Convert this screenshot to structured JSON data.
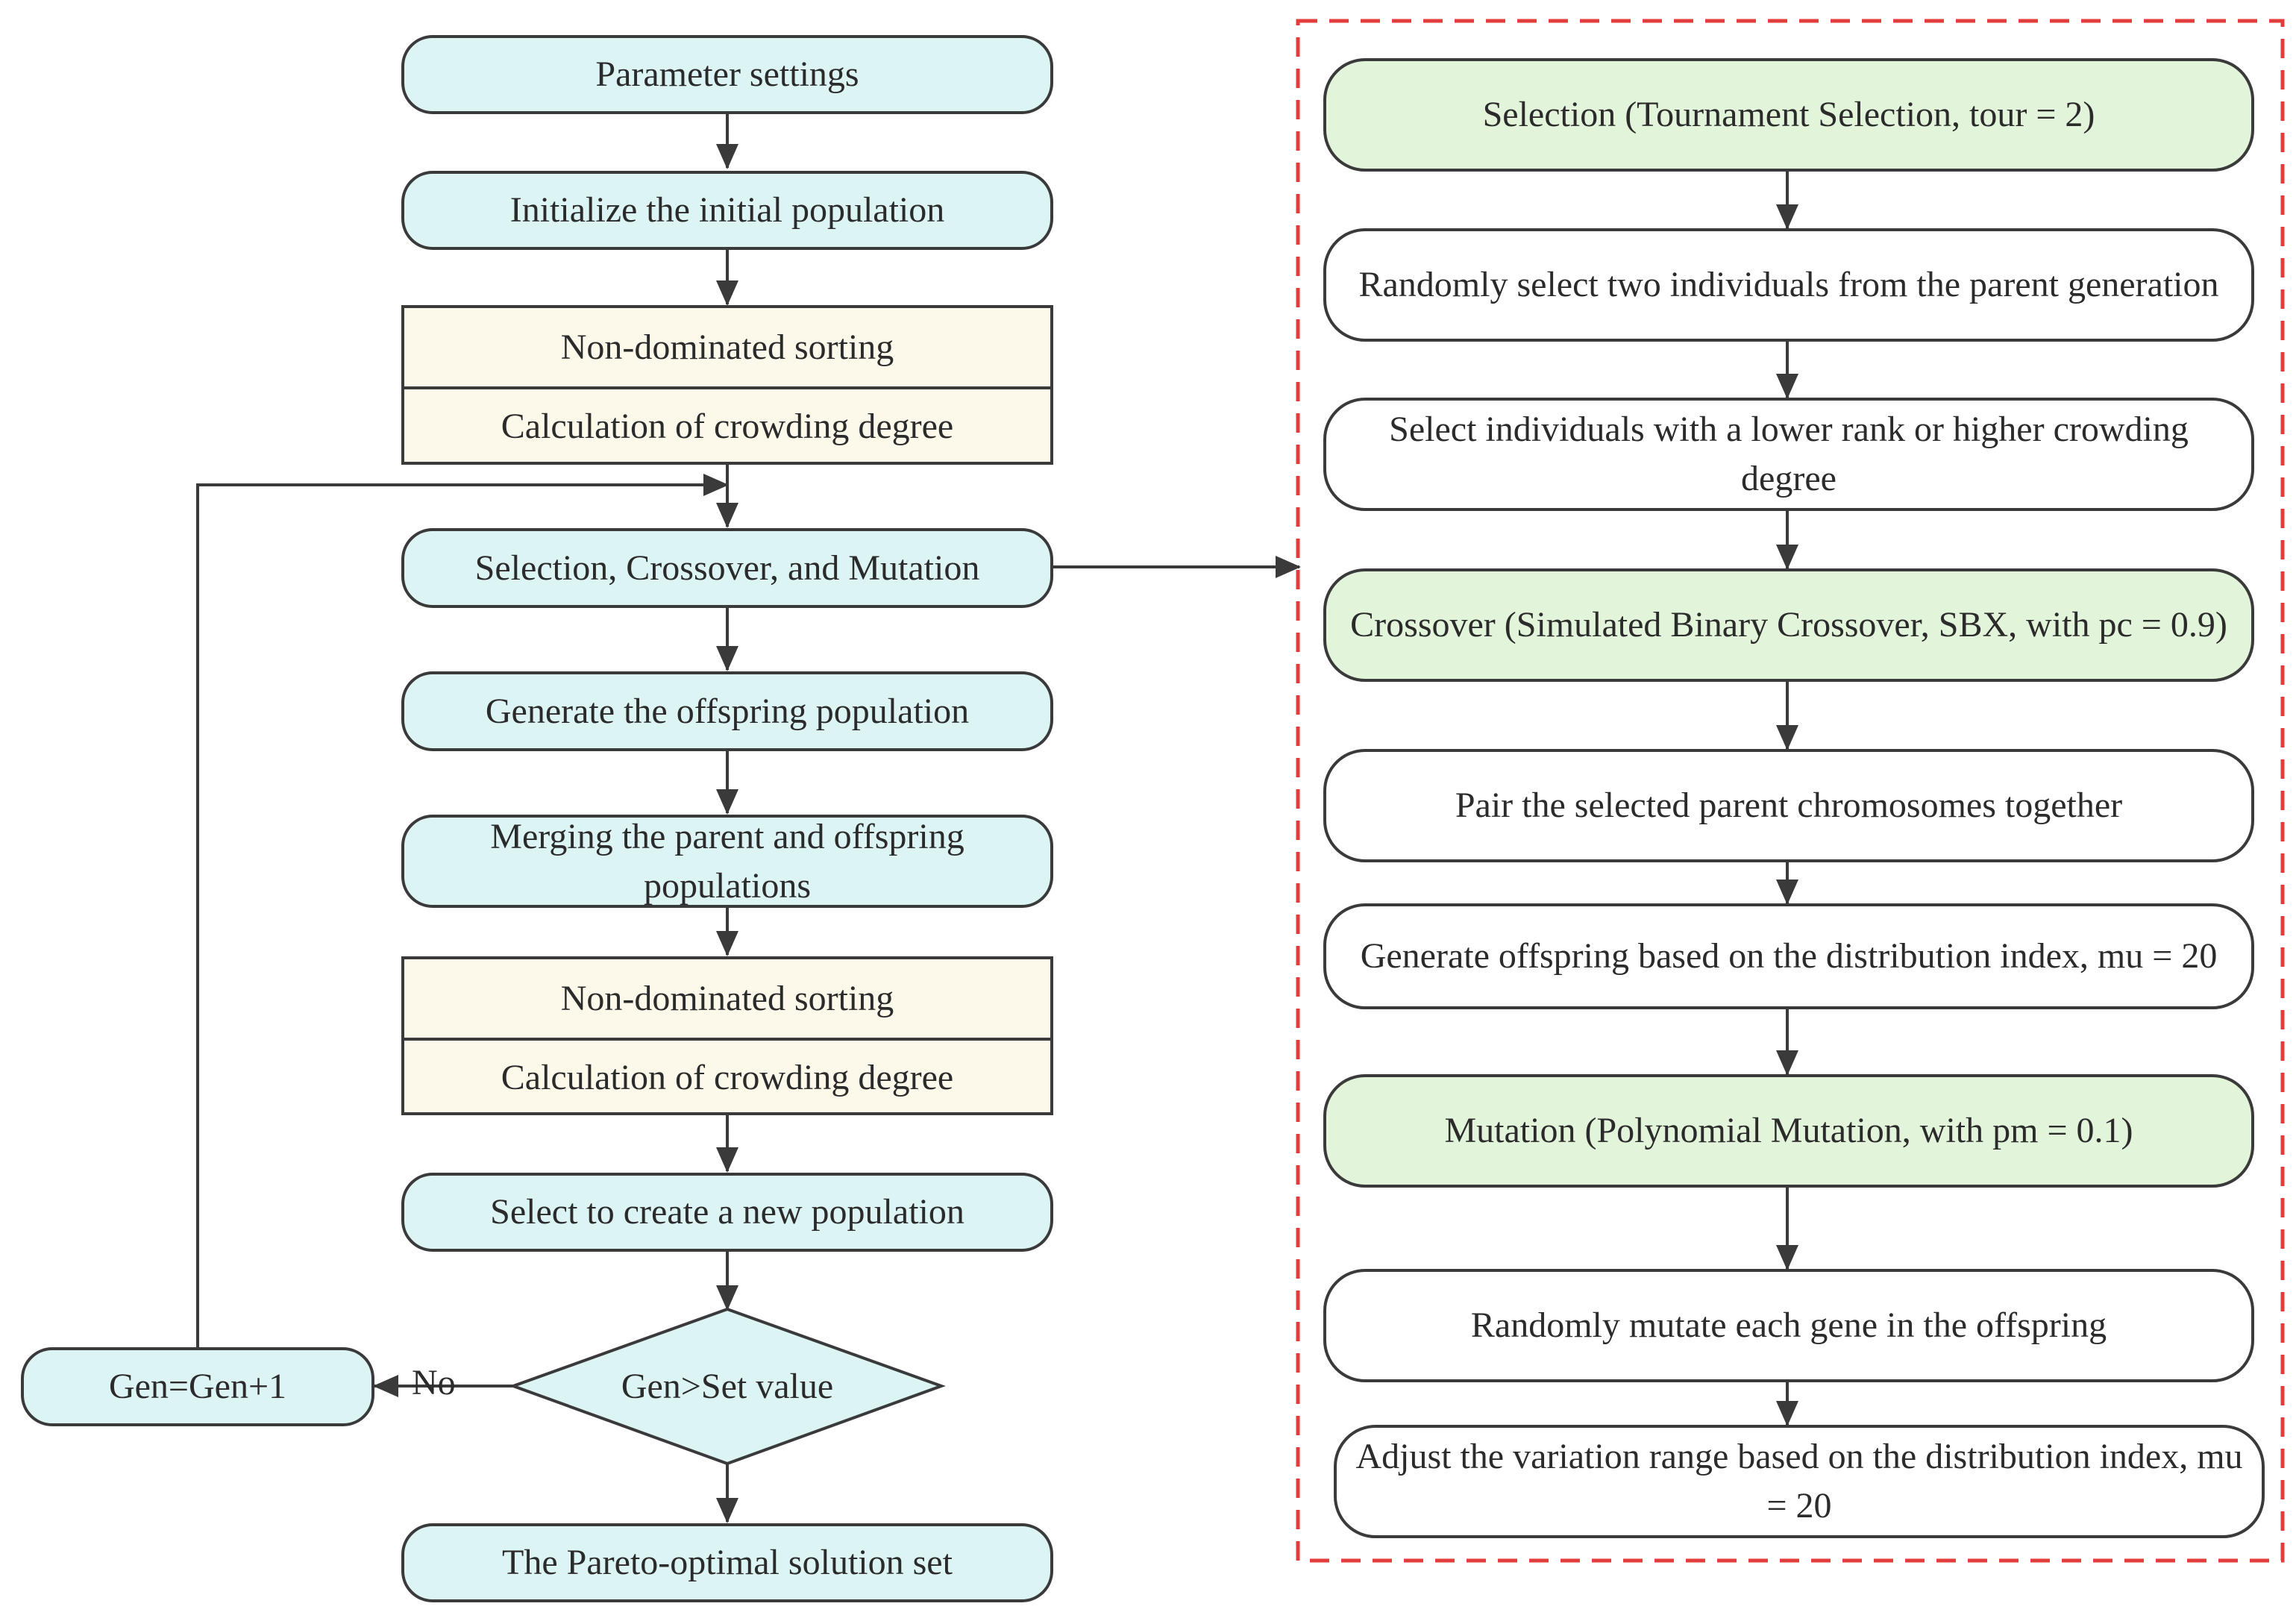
{
  "left_flow": {
    "parameter_settings": "Parameter settings",
    "initialize_population": "Initialize the initial population",
    "group1": {
      "top": "Non-dominated sorting",
      "bottom": "Calculation of crowding degree"
    },
    "selection_crossover_mutation": "Selection, Crossover, and Mutation",
    "generate_offspring": "Generate the offspring population",
    "merging": "Merging the parent and offspring populations",
    "group2": {
      "top": "Non-dominated sorting",
      "bottom": "Calculation of crowding degree"
    },
    "select_new_population": "Select to create a new population",
    "decision": "Gen>Set value",
    "no_label": "No",
    "increment": "Gen=Gen+1",
    "pareto_set": "The Pareto-optimal solution set"
  },
  "right_detail": {
    "selection": "Selection (Tournament Selection, tour = 2)",
    "random_select": "Randomly select two individuals from the parent generation",
    "lower_rank": "Select individuals with a lower rank or higher crowding degree",
    "crossover": "Crossover (Simulated Binary Crossover, SBX, with pc = 0.9)",
    "pair_parents": "Pair the selected parent chromosomes together",
    "generate_offspring_mu": "Generate offspring based on the distribution index, mu = 20",
    "mutation": "Mutation (Polynomial Mutation, with pm = 0.1)",
    "random_mutate": "Randomly mutate each gene in the offspring",
    "adjust_range": "Adjust the variation range based on the distribution index, mu = 20"
  },
  "colors": {
    "process_fill": "#dcf4f4",
    "operator_fill": "#e2f4da",
    "sorting_fill": "#fcf8ea",
    "step_fill": "#ffffff",
    "stroke": "#3a3a3a",
    "detail_border": "#e23c3c"
  }
}
